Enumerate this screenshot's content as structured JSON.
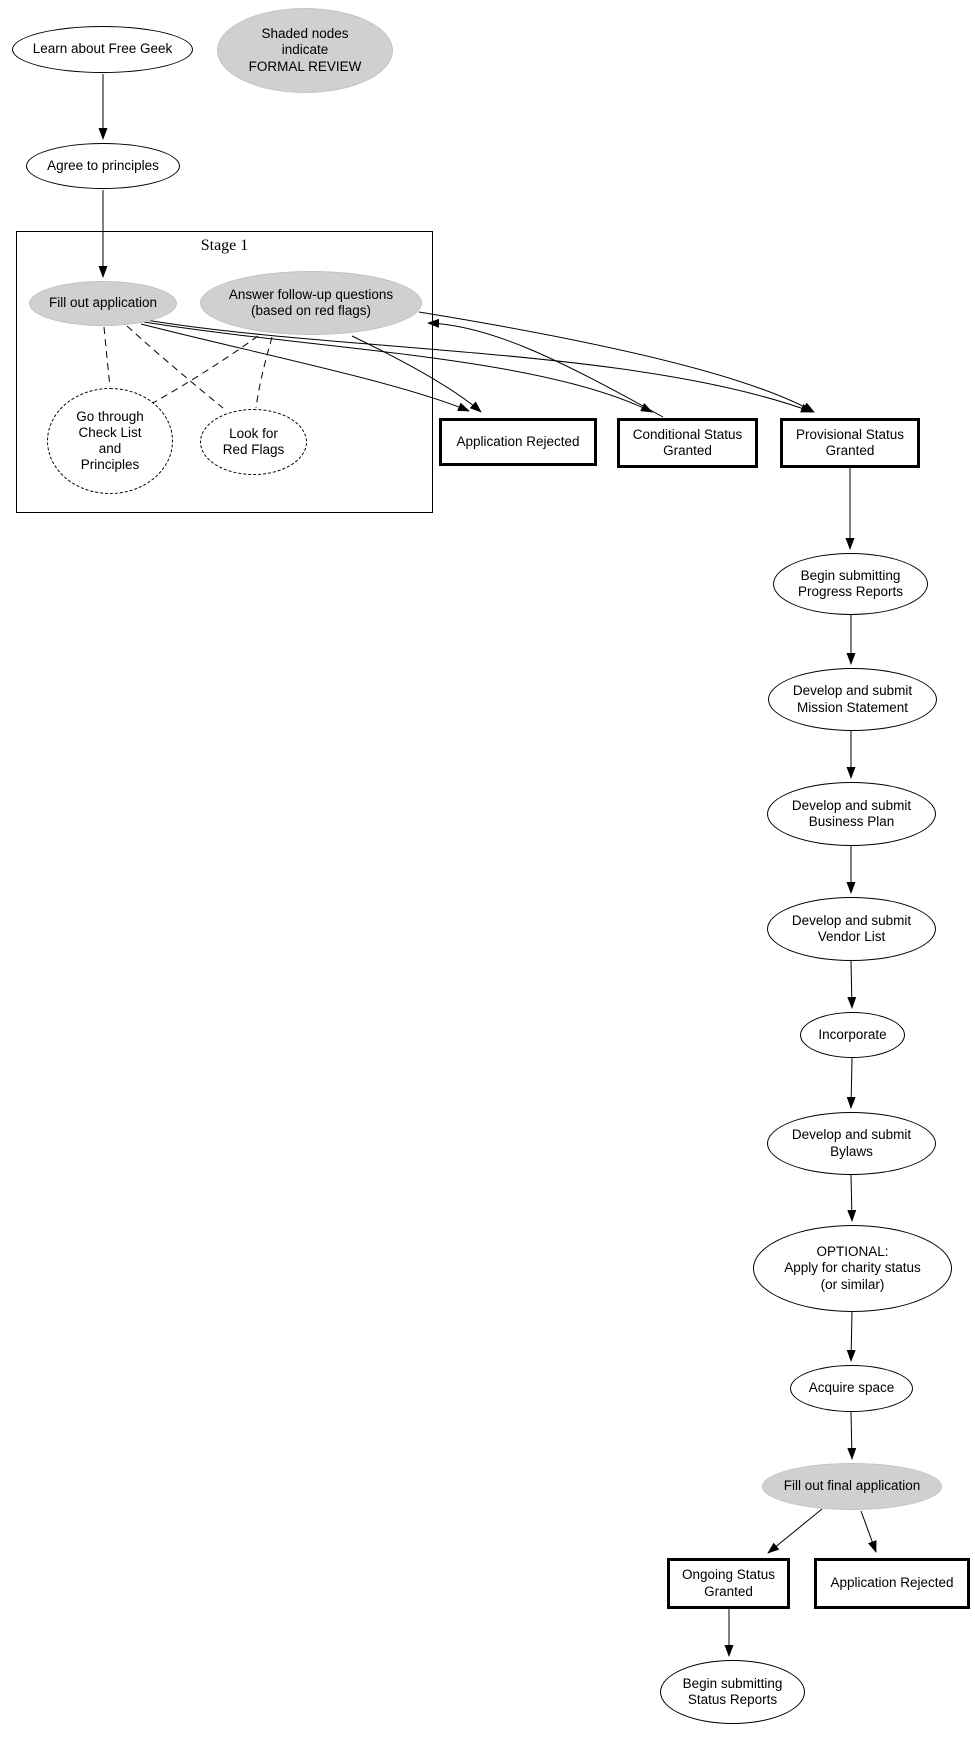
{
  "legend": {
    "label": "Shaded nodes\nindicate\nFORMAL REVIEW"
  },
  "stage1": {
    "title": "Stage 1"
  },
  "nodes": {
    "learn": {
      "label": "Learn about Free Geek"
    },
    "agree": {
      "label": "Agree to principles"
    },
    "fill_app": {
      "label": "Fill out application"
    },
    "answer": {
      "label": "Answer follow-up questions\n(based on red flags)"
    },
    "checklist": {
      "label": "Go through\nCheck List\nand\nPrinciples"
    },
    "redflags": {
      "label": "Look for\nRed Flags"
    },
    "rejected1": {
      "label": "Application Rejected"
    },
    "conditional": {
      "label": "Conditional Status\nGranted"
    },
    "provisional": {
      "label": "Provisional Status\nGranted"
    },
    "progress": {
      "label": "Begin submitting\nProgress Reports"
    },
    "mission": {
      "label": "Develop and submit\nMission Statement"
    },
    "bizplan": {
      "label": "Develop and submit\nBusiness Plan"
    },
    "vendor": {
      "label": "Develop and submit\nVendor List"
    },
    "incorporate": {
      "label": "Incorporate"
    },
    "bylaws": {
      "label": "Develop and submit\nBylaws"
    },
    "optional": {
      "label": "OPTIONAL:\nApply for charity status\n(or similar)"
    },
    "acquire": {
      "label": "Acquire space"
    },
    "final_app": {
      "label": "Fill out final application"
    },
    "ongoing": {
      "label": "Ongoing Status\nGranted"
    },
    "rejected2": {
      "label": "Application Rejected"
    },
    "status_reports": {
      "label": "Begin submitting\nStatus Reports"
    }
  },
  "colors": {
    "background": "#ffffff",
    "stroke": "#000000",
    "shaded_node_fill": "#d0d0d0",
    "text": "#000000"
  }
}
